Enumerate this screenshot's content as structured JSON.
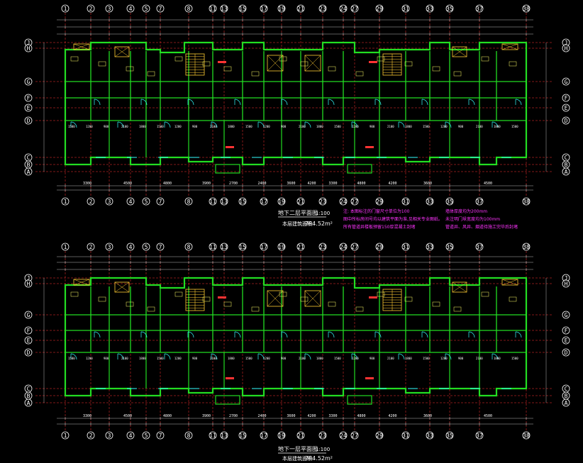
{
  "colors": {
    "background": "#000000",
    "wall": "#22dd22",
    "axis": "#ff3030",
    "dimension": "#e8e8e8",
    "detail": "#ffff66",
    "stair": "#ffcc33",
    "door": "#33ffff",
    "note": "#ff33ff"
  },
  "column_axes": [
    "1",
    "2",
    "3",
    "4",
    "5",
    "7",
    "8",
    "11",
    "13",
    "15",
    "17",
    "19",
    "21",
    "23",
    "24",
    "27",
    "29",
    "31",
    "33",
    "35",
    "37",
    "38"
  ],
  "row_axes_top": [
    "J",
    "H",
    "G",
    "F",
    "E",
    "D",
    "C",
    "B",
    "A"
  ],
  "row_axes_bottom": [
    "J",
    "H",
    "G",
    "F",
    "E",
    "D",
    "C",
    "B",
    "A"
  ],
  "dims_bottom": [
    "3300",
    "4500",
    "4800",
    "3900",
    "2700",
    "2400",
    "3600",
    "4200",
    "3300",
    "4800",
    "4200",
    "3600",
    "4500",
    "3300"
  ],
  "plans": [
    {
      "title": "地下二层平面图",
      "scale": "1:100",
      "area_label": "本层建筑面积:",
      "area_value": "784.52m²"
    },
    {
      "title": "地下一层平面图",
      "scale": "1:100",
      "area_label": "本层建筑面积:",
      "area_value": "784.52m²"
    }
  ],
  "notes": {
    "line1": "注: 本图标注的门窗尺寸单位为100",
    "line2": "   图中所标房间号均以建筑平面为准,见相关专业图纸。",
    "line3": "   所有管道井楼板预留150厚混凝土封堵",
    "right1": "墙体厚度均为200mm",
    "right2": "未注明门垛宽度均为100mm",
    "right3": "管道井、风井、烟道待施工完毕后封堵"
  }
}
